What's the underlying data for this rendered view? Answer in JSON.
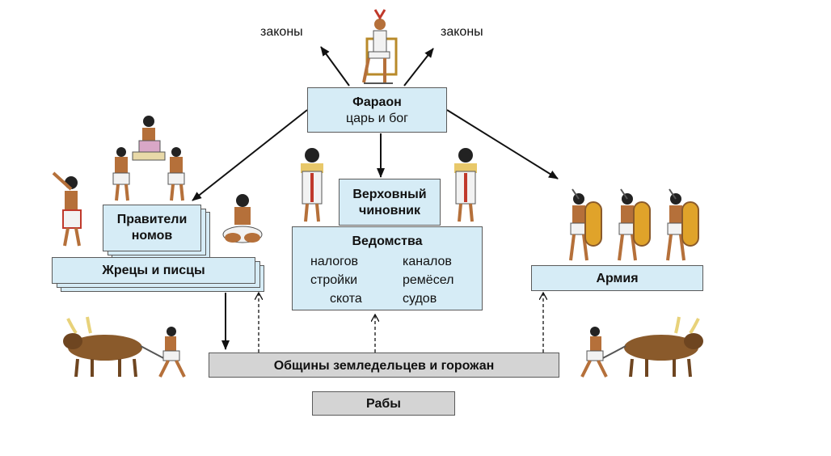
{
  "diagram": {
    "laws_left": "законы",
    "laws_right": "законы",
    "pharaoh": {
      "title": "Фараон",
      "subtitle": "царь и бог"
    },
    "supreme_official": {
      "line1": "Верховный",
      "line2": "чиновник"
    },
    "departments": {
      "title": "Ведомства",
      "items": [
        "налогов",
        "каналов",
        "стройки",
        "ремёсел",
        "скота",
        "судов"
      ]
    },
    "nome_rulers": {
      "line1": "Правители",
      "line2": "номов"
    },
    "priests_scribes": "Жрецы и писцы",
    "army": "Армия",
    "communities": "Общины земледельцев и горожан",
    "slaves": "Рабы"
  },
  "colors": {
    "box_blue": "#d6ecf6",
    "box_gray": "#d4d4d4",
    "border": "#5a5a5a",
    "arrow": "#111111",
    "shield_gold": "#e0a32a",
    "ox_brown": "#8a5a2b",
    "garment_red": "#c0392b"
  },
  "icons": [
    "pharaoh-figure",
    "priest-figure",
    "ruler-on-throne-figure",
    "scribe-figure",
    "official-figure",
    "soldier-with-shield-figure",
    "plowman-with-oxen-figure"
  ]
}
